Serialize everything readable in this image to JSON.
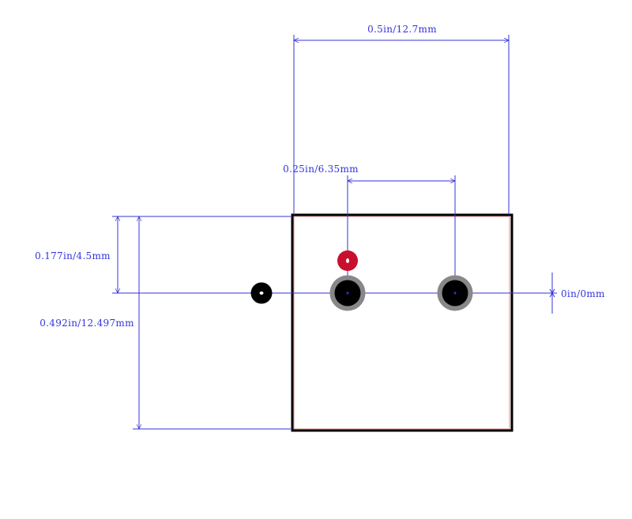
{
  "colors": {
    "dimension": "#3333dd",
    "outline": "#000000",
    "courtyard": "#e8a0a0",
    "pad_ring": "#888888",
    "pad_hole": "#000000",
    "marker": "#c8102e",
    "background": "#ffffff"
  },
  "dimensions": {
    "top_width": "0.5in/12.7mm",
    "pin_pitch": "0.25in/6.35mm",
    "left_offset": "0.177in/4.5mm",
    "left_height": "0.492in/12.497mm",
    "right_zero": "0in/0mm"
  }
}
